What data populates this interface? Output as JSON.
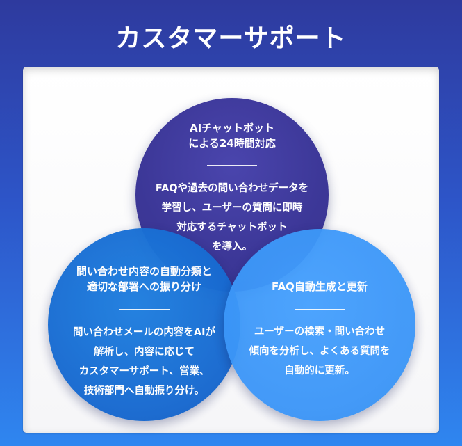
{
  "page": {
    "title": "カスタマーサポート"
  },
  "features": [
    {
      "title": "AIチャットボット\nによる24時間対応",
      "body": "FAQや過去の問い合わせデータを\n学習し、ユーザーの質問に即時\n対応するチャットボット\nを導入。"
    },
    {
      "title": "問い合わせ内容の自動分類と\n適切な部署への振り分け",
      "body": "問い合わせメールの内容をAIが\n解析し、内容に応じて\nカスタマーサポート、営業、\n技術部門へ自動振り分け。"
    },
    {
      "title": "FAQ自動生成と更新",
      "body": "ユーザーの検索・問い合わせ\n傾向を分析し、よくある質問を\n自動的に更新。"
    }
  ],
  "colors": {
    "background_top": "#2e3a9e",
    "background_bottom": "#2f86f0",
    "circle_top": "#3c3797",
    "circle_left": "#1668cf",
    "circle_right": "#3a95f7"
  }
}
